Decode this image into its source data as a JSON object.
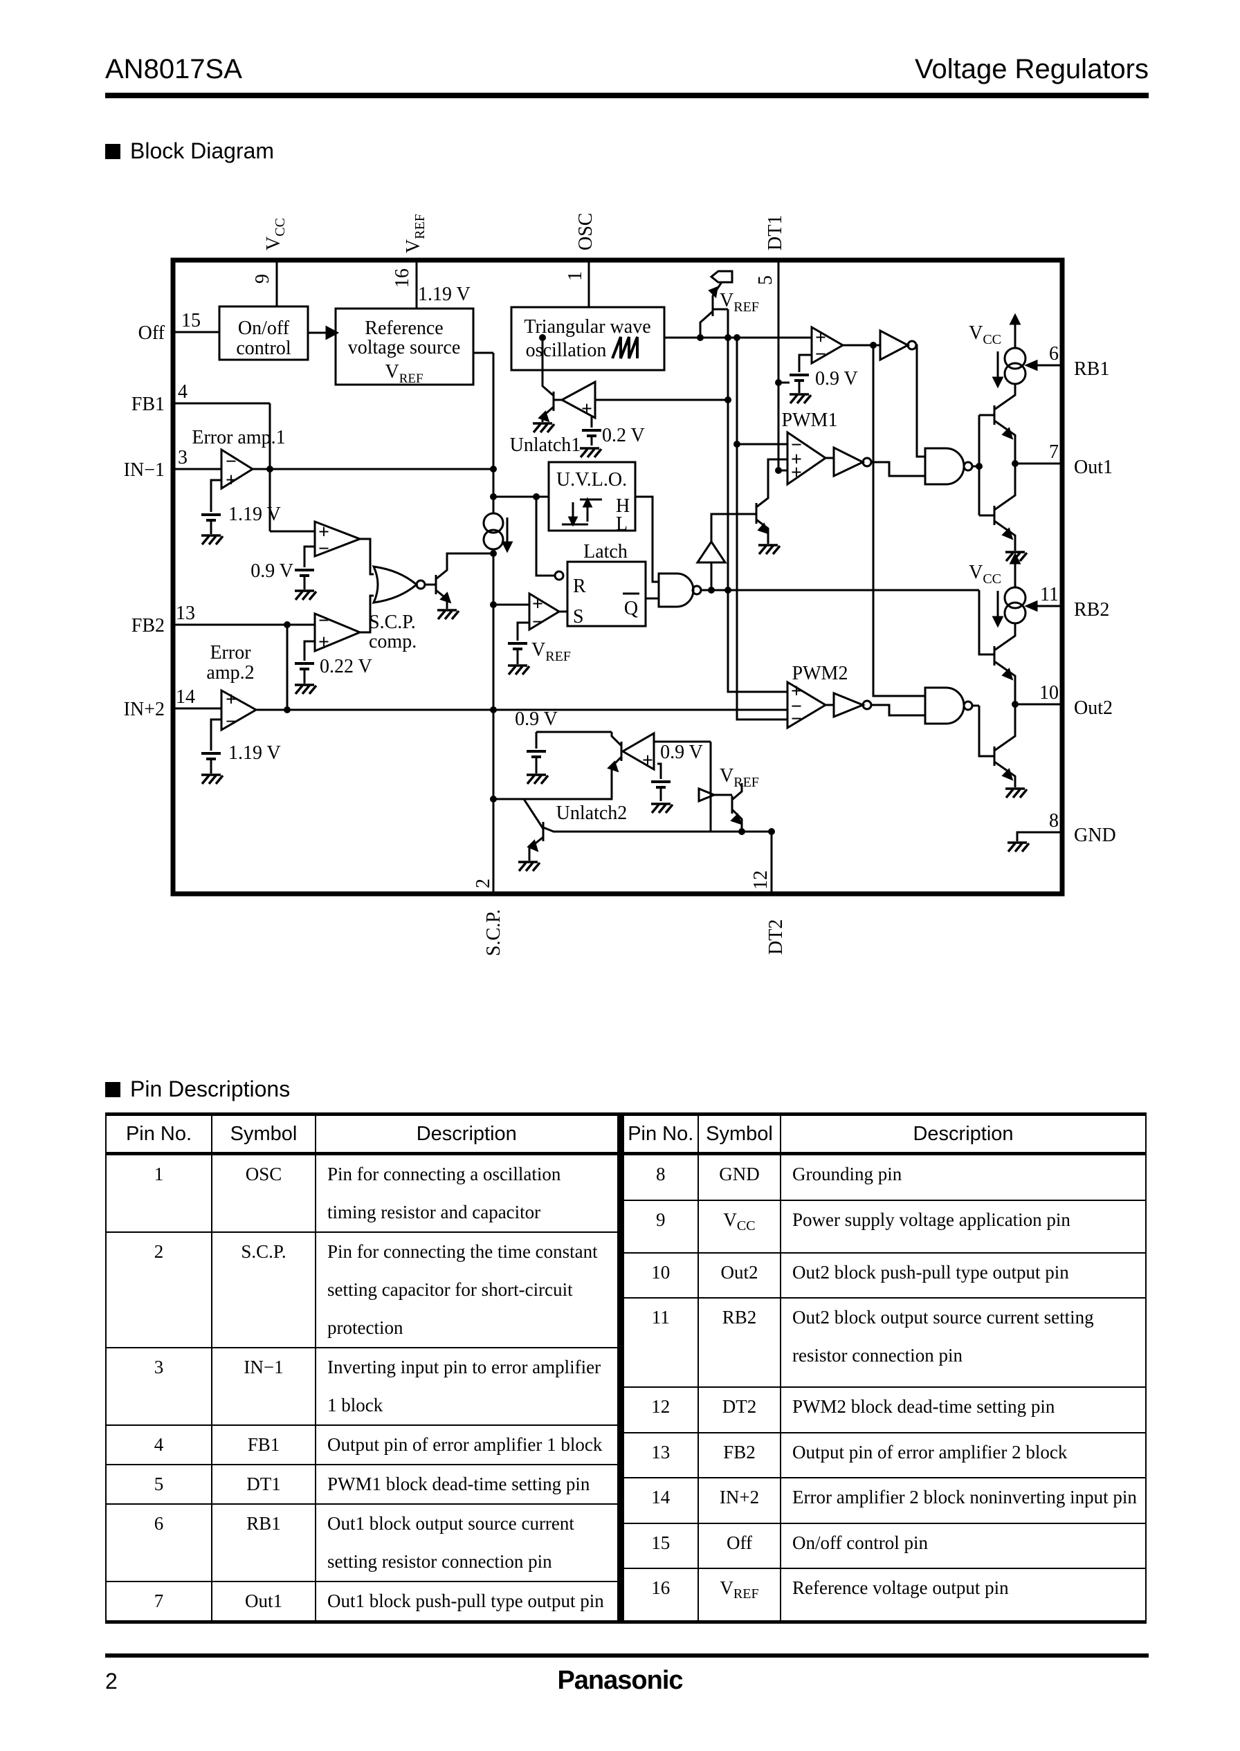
{
  "page": {
    "title_left": "AN8017SA",
    "title_right": "Voltage Regulators",
    "section1": "Block Diagram",
    "section2": "Pin Descriptions",
    "footer_page": "2",
    "footer_brand": "Panasonic"
  },
  "diagram": {
    "sub": {
      "v": "V",
      "cc": "CC",
      "ref": "REF"
    },
    "blocks": {
      "onoff_l1": "On/off",
      "onoff_l2": "control",
      "ref_l1": "Reference",
      "ref_l2": "voltage source",
      "tri_l1": "Triangular wave",
      "tri_l2": "oscillation",
      "uvlo": "U.V.L.O.",
      "uvlo_h": "H",
      "uvlo_l": "L",
      "latch": "Latch",
      "latch_r": "R",
      "latch_s": "S",
      "latch_q": "Q"
    },
    "amps": {
      "ea1": "Error amp.1",
      "ea2_l1": "Error",
      "ea2_l2": "amp.2",
      "scp_l1": "S.C.P.",
      "scp_l2": "comp.",
      "pwm1": "PWM1",
      "pwm2": "PWM2",
      "unlatch1": "Unlatch1",
      "unlatch2": "Unlatch2"
    },
    "volts": {
      "v119": "1.19 V",
      "v09": "0.9 V",
      "v02": "0.2 V",
      "v022": "0.22 V"
    },
    "pins": {
      "n1": "1",
      "n2": "2",
      "n3": "3",
      "n4": "4",
      "n5": "5",
      "n6": "6",
      "n7": "7",
      "n8": "8",
      "n9": "9",
      "n10": "10",
      "n11": "11",
      "n12": "12",
      "n13": "13",
      "n14": "14",
      "n15": "15",
      "n16": "16",
      "osc": "OSC",
      "dt1": "DT1",
      "scp": "S.C.P.",
      "dt2": "DT2",
      "off": "Off",
      "fb1": "FB1",
      "in1": "IN−1",
      "fb2": "FB2",
      "in2": "IN+2",
      "rb1": "RB1",
      "out1": "Out1",
      "rb2": "RB2",
      "out2": "Out2",
      "gnd": "GND"
    }
  },
  "table": {
    "headers": [
      "Pin No.",
      "Symbol",
      "Description"
    ],
    "left_rows": [
      {
        "no": "1",
        "sym": "OSC",
        "sub": "",
        "desc": "Pin for connecting a oscillation timing resistor and capacitor"
      },
      {
        "no": "2",
        "sym": "S.C.P.",
        "sub": "",
        "desc": "Pin for connecting the time constant setting capacitor for short-circuit protection"
      },
      {
        "no": "3",
        "sym": "IN−1",
        "sub": "",
        "desc": "Inverting input pin to error amplifier 1 block"
      },
      {
        "no": "4",
        "sym": "FB1",
        "sub": "",
        "desc": "Output pin of error amplifier 1 block"
      },
      {
        "no": "5",
        "sym": "DT1",
        "sub": "",
        "desc": "PWM1 block dead-time setting pin"
      },
      {
        "no": "6",
        "sym": "RB1",
        "sub": "",
        "desc": "Out1 block output source current setting resistor connection pin"
      },
      {
        "no": "7",
        "sym": "Out1",
        "sub": "",
        "desc": "Out1 block push-pull type output pin"
      }
    ],
    "right_rows": [
      {
        "no": "8",
        "sym": "GND",
        "sub": "",
        "desc": "Grounding pin"
      },
      {
        "no": "9",
        "sym": "V",
        "sub": "CC",
        "desc": "Power supply voltage application pin"
      },
      {
        "no": "10",
        "sym": "Out2",
        "sub": "",
        "desc": "Out2 block push-pull type output pin"
      },
      {
        "no": "11",
        "sym": "RB2",
        "sub": "",
        "desc": "Out2 block output source current setting resistor connection pin"
      },
      {
        "no": "12",
        "sym": "DT2",
        "sub": "",
        "desc": "PWM2 block dead-time setting pin"
      },
      {
        "no": "13",
        "sym": "FB2",
        "sub": "",
        "desc": "Output pin of error amplifier 2 block"
      },
      {
        "no": "14",
        "sym": "IN+2",
        "sub": "",
        "desc": "Error amplifier 2 block noninverting input pin"
      },
      {
        "no": "15",
        "sym": "Off",
        "sub": "",
        "desc": "On/off control pin"
      },
      {
        "no": "16",
        "sym": "V",
        "sub": "REF",
        "desc": "Reference voltage output pin"
      }
    ]
  }
}
